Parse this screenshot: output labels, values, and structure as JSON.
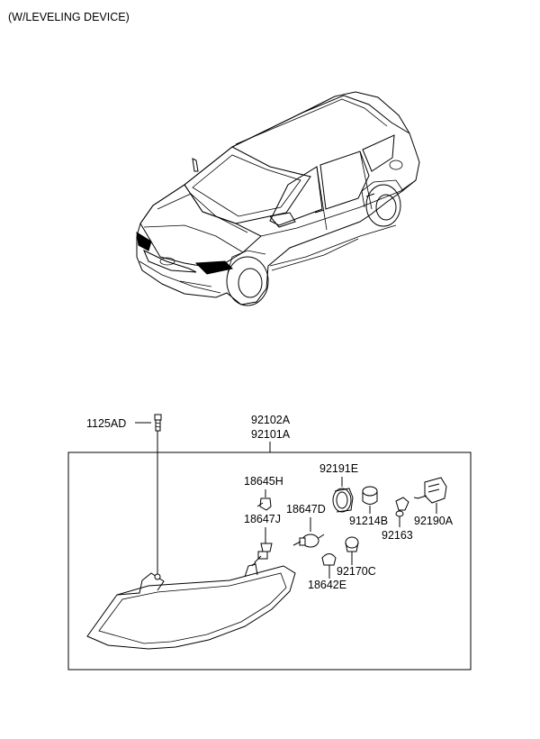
{
  "title": "(W/LEVELING DEVICE)",
  "callouts": {
    "bolt": "1125AD",
    "assy_left": "92102A",
    "assy_right": "92101A",
    "bulb_h": "18645H",
    "bulb_j": "18647J",
    "bulb_d": "18647D",
    "cap_e": "92191E",
    "cap_b": "91214B",
    "cover_163": "92163",
    "motor": "92190A",
    "socket": "92170C",
    "bulb_e": "18642E"
  }
}
